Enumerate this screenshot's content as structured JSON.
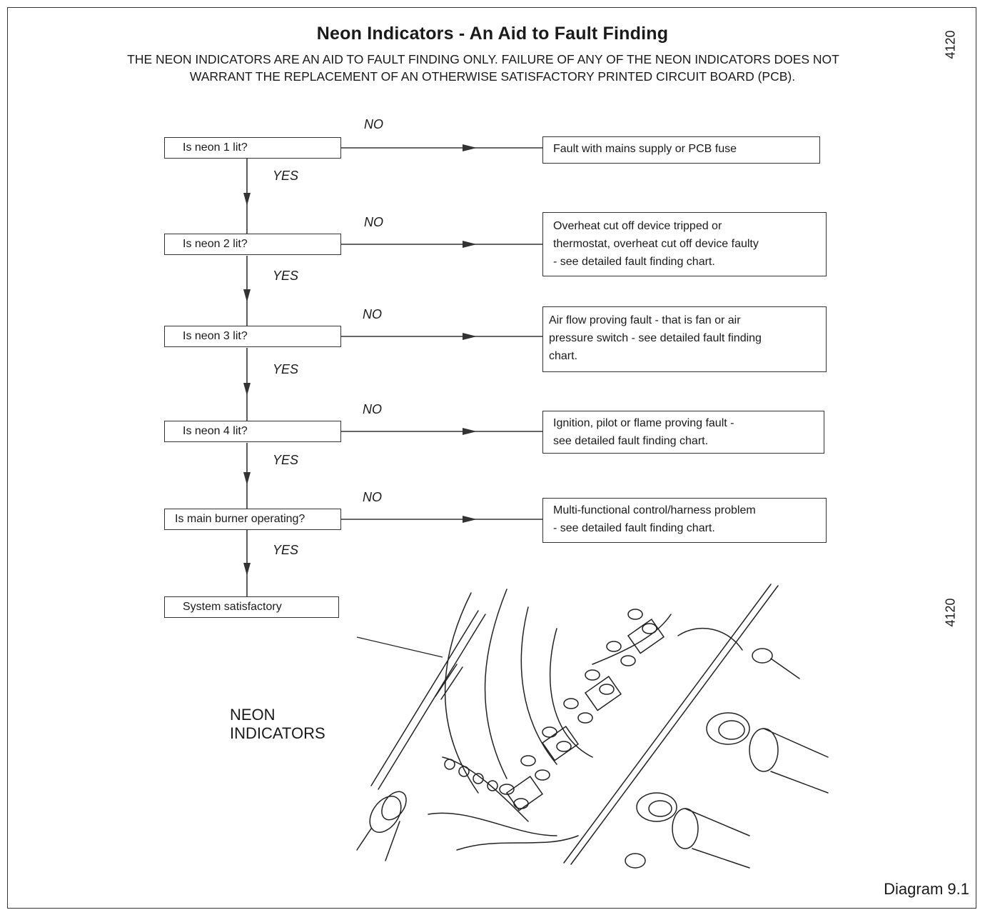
{
  "title": "Neon Indicators - An Aid to Fault Finding",
  "warning_line1": "THE NEON INDICATORS ARE AN AID TO FAULT FINDING ONLY.  FAILURE OF ANY OF THE NEON INDICATORS DOES NOT",
  "warning_line2": "WARRANT THE REPLACEMENT  OF AN OTHERWISE SATISFACTORY PRINTED CIRCUIT BOARD (PCB).",
  "ref_code_top": "4120",
  "ref_code_side": "4120",
  "flowchart": {
    "yes_label": "YES",
    "no_label": "NO",
    "questions": [
      "Is neon 1 lit?",
      "Is neon 2 lit?",
      "Is neon 3 lit?",
      "Is neon 4 lit?",
      "Is main burner operating?"
    ],
    "results": [
      [
        "Fault with mains supply or PCB fuse"
      ],
      [
        "Overheat  cut off device tripped or",
        "thermostat, overheat cut off device faulty",
        "- see detailed fault finding chart."
      ],
      [
        "Air flow proving fault - that is fan or air",
        "pressure switch - see detailed fault finding",
        "chart."
      ],
      [
        "Ignition, pilot or flame proving fault -",
        "see detailed fault finding chart."
      ],
      [
        "Multi-functional control/harness problem",
        "- see detailed fault finding chart."
      ]
    ],
    "final": "System satisfactory"
  },
  "illustration": {
    "label_line1": "NEON",
    "label_line2": "INDICATORS"
  },
  "caption": "Diagram 9.1"
}
